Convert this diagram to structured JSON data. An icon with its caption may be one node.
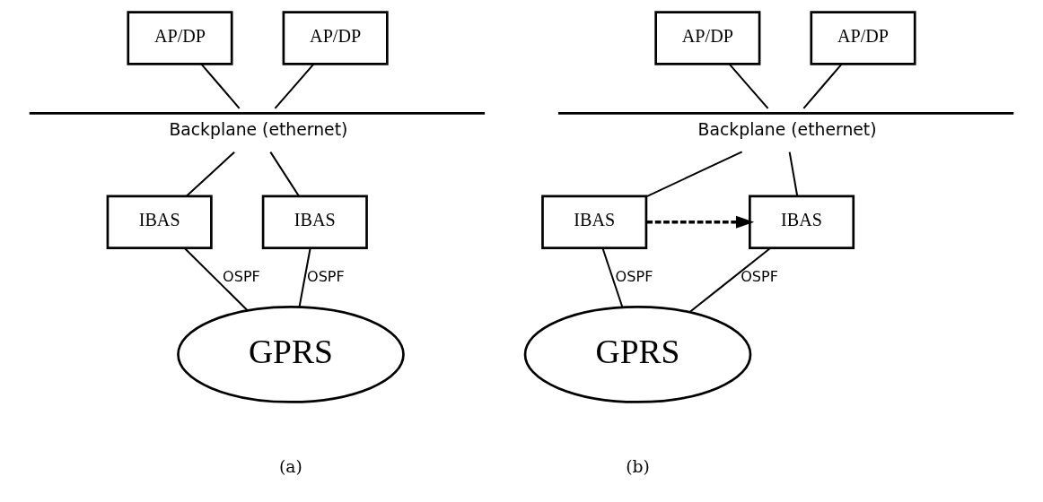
{
  "diagram": {
    "nodes": [
      {
        "text": [
          "AP/DP"
        ]
      },
      {
        "text": [
          "AP/DP"
        ]
      },
      {
        "text": [
          "Backplane (ethernet)"
        ]
      },
      {
        "text": [
          "IBAS"
        ]
      },
      {
        "text": [
          "IBAS"
        ]
      },
      {
        "text": [
          "GPRS"
        ]
      },
      {
        "text": [
          "AP/DP"
        ]
      },
      {
        "text": [
          "AP/DP"
        ]
      },
      {
        "text": [
          "Backplane (ethernet)"
        ]
      },
      {
        "text": [
          "IBAS"
        ]
      },
      {
        "text": [
          "IBAS"
        ]
      },
      {
        "text": [
          "GPRS"
        ]
      }
    ],
    "edges": [
      {
        "from": 0,
        "to": 2,
        "arrow": "none"
      },
      {
        "from": 1,
        "to": 2,
        "arrow": "none"
      },
      {
        "from": 2,
        "to": 3,
        "arrow": "none"
      },
      {
        "from": 2,
        "to": 4,
        "arrow": "none"
      },
      {
        "from": 3,
        "to": 5,
        "arrow": "none",
        "label": "OSPF"
      },
      {
        "from": 4,
        "to": 5,
        "arrow": "none",
        "label": "OSPF"
      },
      {
        "from": 6,
        "to": 8,
        "arrow": "none"
      },
      {
        "from": 7,
        "to": 8,
        "arrow": "none"
      },
      {
        "from": 8,
        "to": 9,
        "arrow": "none"
      },
      {
        "from": 8,
        "to": 10,
        "arrow": "none"
      },
      {
        "from": 9,
        "to": 11,
        "arrow": "none",
        "label": "OSPF"
      },
      {
        "from": 10,
        "to": 11,
        "arrow": "none",
        "label": "OSPF"
      },
      {
        "from": 9,
        "to": 10,
        "arrow": "to",
        "style": "dashed"
      }
    ],
    "labels": [
      "(a)",
      "(b)"
    ]
  }
}
